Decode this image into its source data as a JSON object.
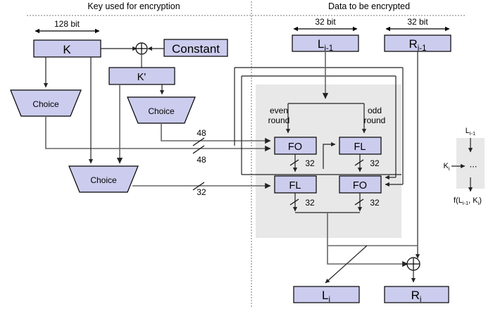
{
  "figure": {
    "title_left": "Key used for encryption",
    "title_right": "Data to be encrypted"
  },
  "key_schedule": {
    "width_label": "128 bit",
    "k_box": "K",
    "constant_box": "Constant",
    "k_prime_box": "K'",
    "choice_left": "Choice",
    "choice_mid": "Choice",
    "choice_bottom": "Choice",
    "xor_symbol": "+",
    "bus_labels": {
      "top48": "48",
      "mid48": "48",
      "low32": "32"
    }
  },
  "data_path": {
    "width_label_left": "32 bit",
    "width_label_right": "32 bit",
    "input_left": "L",
    "input_left_sub": "i-1",
    "input_right": "R",
    "input_right_sub": "i-1",
    "even_round_line1": "even",
    "even_round_line2": "round",
    "odd_round_line1": "odd",
    "odd_round_line2": "round",
    "func_top_left": "FO",
    "func_top_right": "FL",
    "func_bottom_left": "FL",
    "func_bottom_right": "FO",
    "bus_32_a": "32",
    "bus_32_b": "32",
    "bus_32_c": "32",
    "bus_32_d": "32",
    "xor_symbol": "+",
    "output_left": "L",
    "output_left_sub": "i",
    "output_right": "R",
    "output_right_sub": "i"
  },
  "legend": {
    "input_label": "L",
    "input_sub": "i-1",
    "key_label": "K",
    "key_sub": "i",
    "ellipsis": "⋯",
    "output_prefix": "f(L",
    "output_sub1": "i-1",
    "output_mid": ", K",
    "output_sub2": "i",
    "output_suffix": ")"
  },
  "colors": {
    "box_fill": "#ccccee",
    "box_stroke": "#000000",
    "region_fill": "#e8e8e8",
    "wire": "#666666"
  }
}
